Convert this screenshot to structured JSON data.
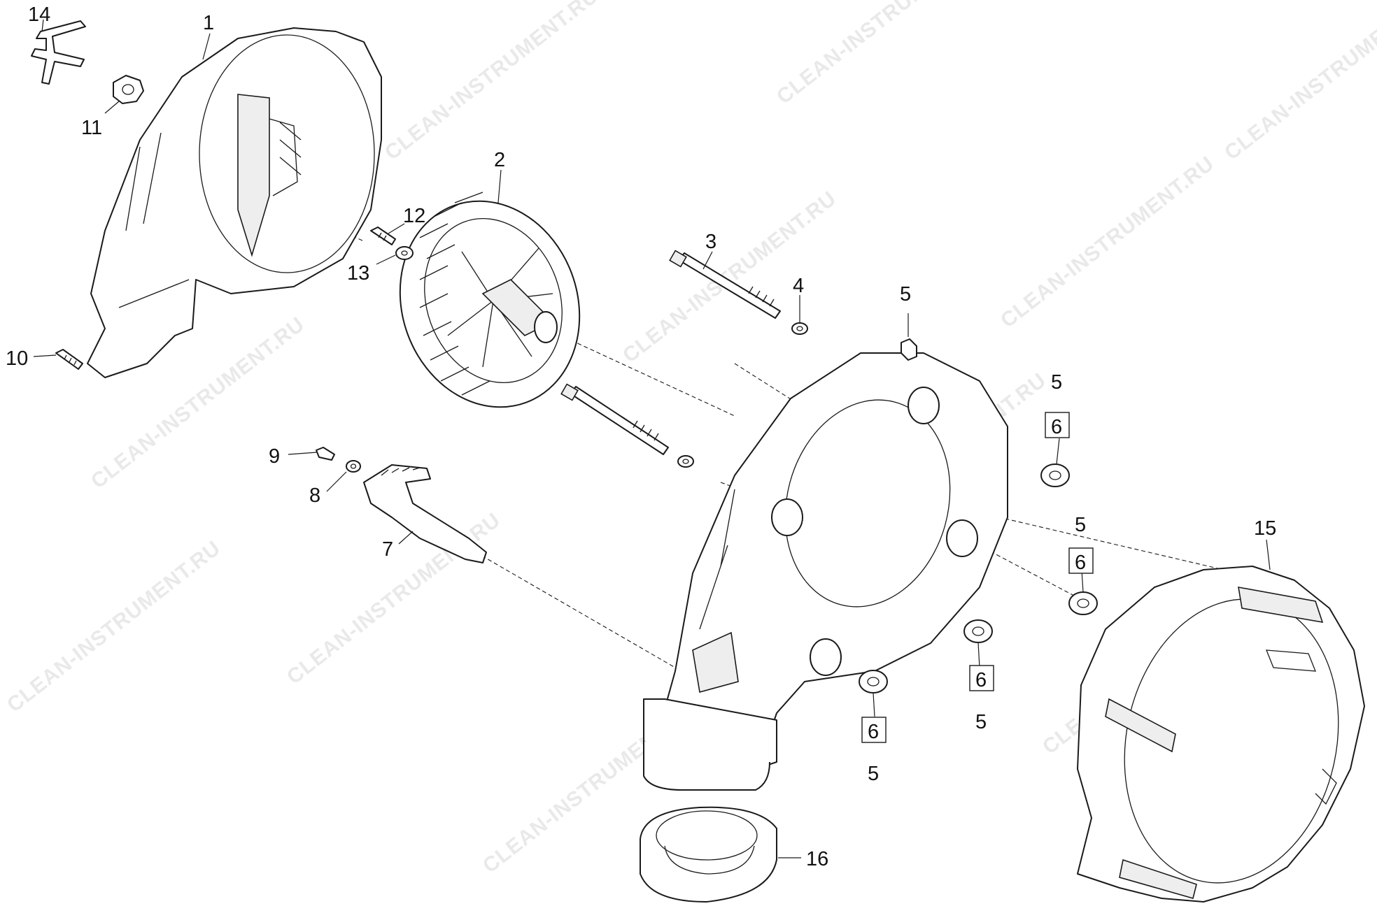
{
  "watermark": "CLEAN-INSTRUMENT.RU",
  "callouts": {
    "c1": "1",
    "c2": "2",
    "c3": "3",
    "c4": "4",
    "c5_top": "5",
    "c5_a": "5",
    "c6_a": "6",
    "c5_b": "5",
    "c6_b": "6",
    "c6_c": "6",
    "c5_c": "5",
    "c6_d": "6",
    "c5_d": "5",
    "c7": "7",
    "c8": "8",
    "c9": "9",
    "c10": "10",
    "c11": "11",
    "c12": "12",
    "c13": "13",
    "c14": "14",
    "c15": "15",
    "c16": "16"
  }
}
